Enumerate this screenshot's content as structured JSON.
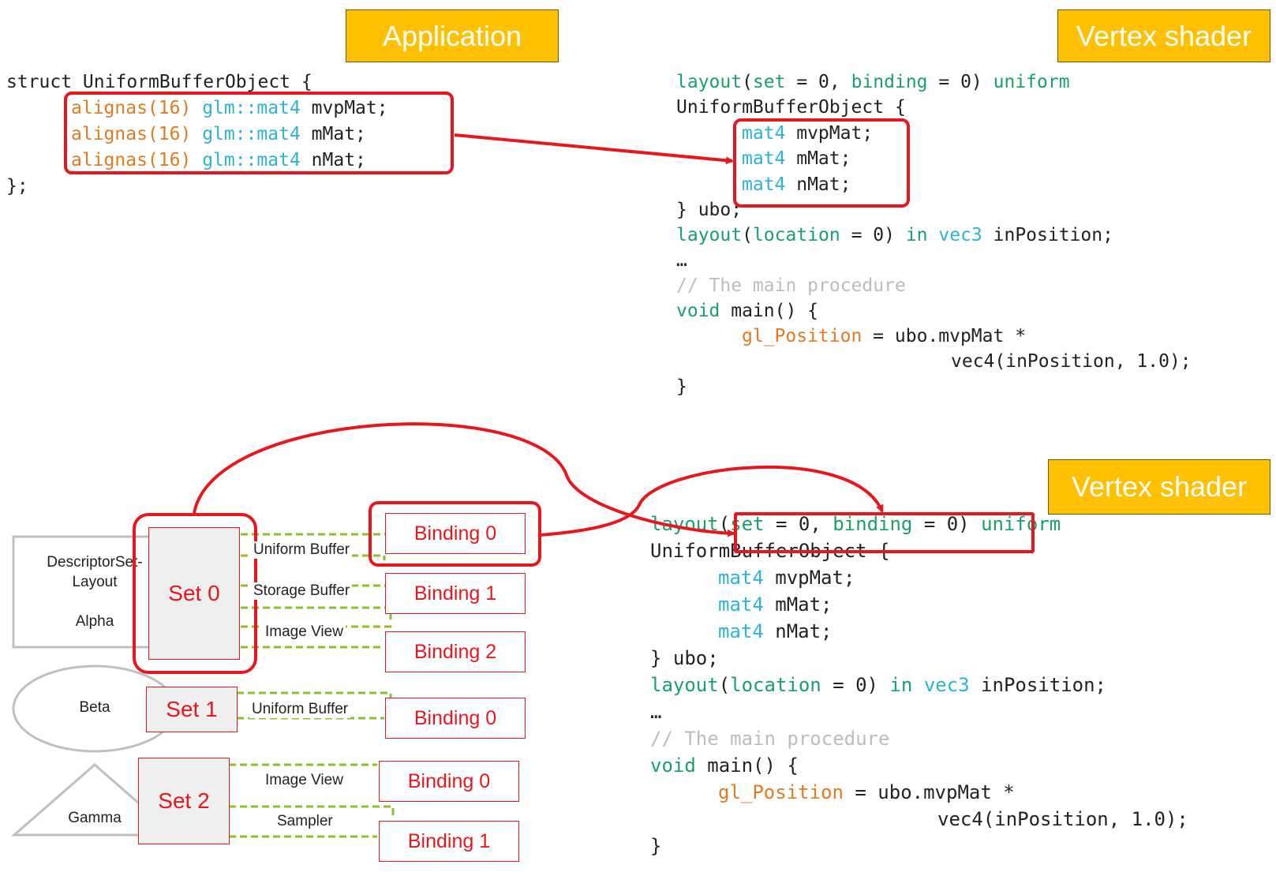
{
  "titles": {
    "application": "Application",
    "vertex_shader_top": "Vertex shader",
    "vertex_shader_bottom": "Vertex shader"
  },
  "app_code": {
    "struct_line": "struct UniformBufferObject {",
    "alignas": "alignas(16)",
    "glm_type": "glm::mat4",
    "mvp": "mvpMat;",
    "m": "mMat;",
    "n": "nMat;",
    "close": "};"
  },
  "shader_code": {
    "layout": "layout",
    "set_binding_open": "(",
    "set": "set",
    "eq0comma": " = 0, ",
    "binding": "binding",
    "eq0close": " = 0) ",
    "uniform": "uniform",
    "ubo_name": "UniformBufferObject {",
    "mat4": "mat4",
    "mvp": " mvpMat;",
    "m": " mMat;",
    "n": " nMat;",
    "ubo_close": "} ubo;",
    "location": "location",
    "loc_eq": " = 0) ",
    "in": "in",
    "vec3": "vec3",
    "inpos": " inPosition;",
    "ellipsis": "…",
    "comment": "// The main procedure",
    "void": "void",
    "main": " main() {",
    "gl_position": "gl_Position",
    "assign": " = ubo.mvpMat *",
    "vec4": "vec4(inPosition, 1.0);",
    "brace": "}"
  },
  "diagram": {
    "layouts": [
      "DescriptorSet-\nLayout\n\nAlpha",
      "Beta",
      "Gamma"
    ],
    "sets": [
      "Set 0",
      "Set 1",
      "Set 2"
    ],
    "resources": [
      "Uniform Buffer",
      "Storage Buffer",
      "Image View",
      "Uniform Buffer",
      "Image View",
      "Sampler"
    ],
    "bindings": [
      "Binding 0",
      "Binding 1",
      "Binding 2",
      "Binding 0",
      "Binding 0",
      "Binding 1"
    ]
  },
  "colors": {
    "title_bg": "#ffc000",
    "highlight": "#e8171d",
    "keyword": "#1aa06a",
    "type": "#2cb3d6",
    "attribute": "#e07b22",
    "dashed_link": "#8cbf2a"
  }
}
